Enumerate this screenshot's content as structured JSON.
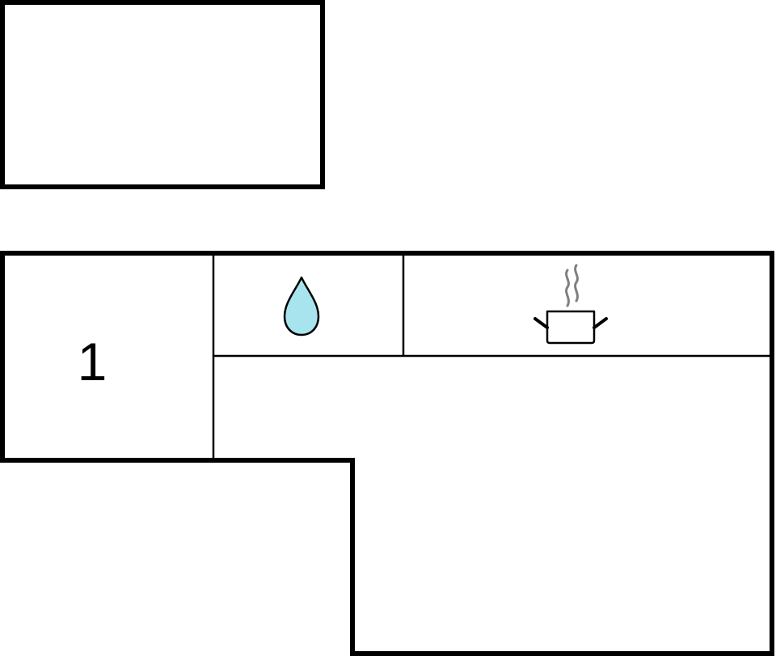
{
  "floor_plan": {
    "rooms": [
      {
        "id": "room-1",
        "label": "1"
      }
    ],
    "icons": [
      {
        "name": "water-drop-icon",
        "meaning": "bathroom"
      },
      {
        "name": "cooking-pot-icon",
        "meaning": "kitchen"
      }
    ],
    "colors": {
      "walls": "#000000",
      "background": "#ffffff",
      "water_drop_fill": "#a8e4ee",
      "steam": "#808080"
    }
  }
}
